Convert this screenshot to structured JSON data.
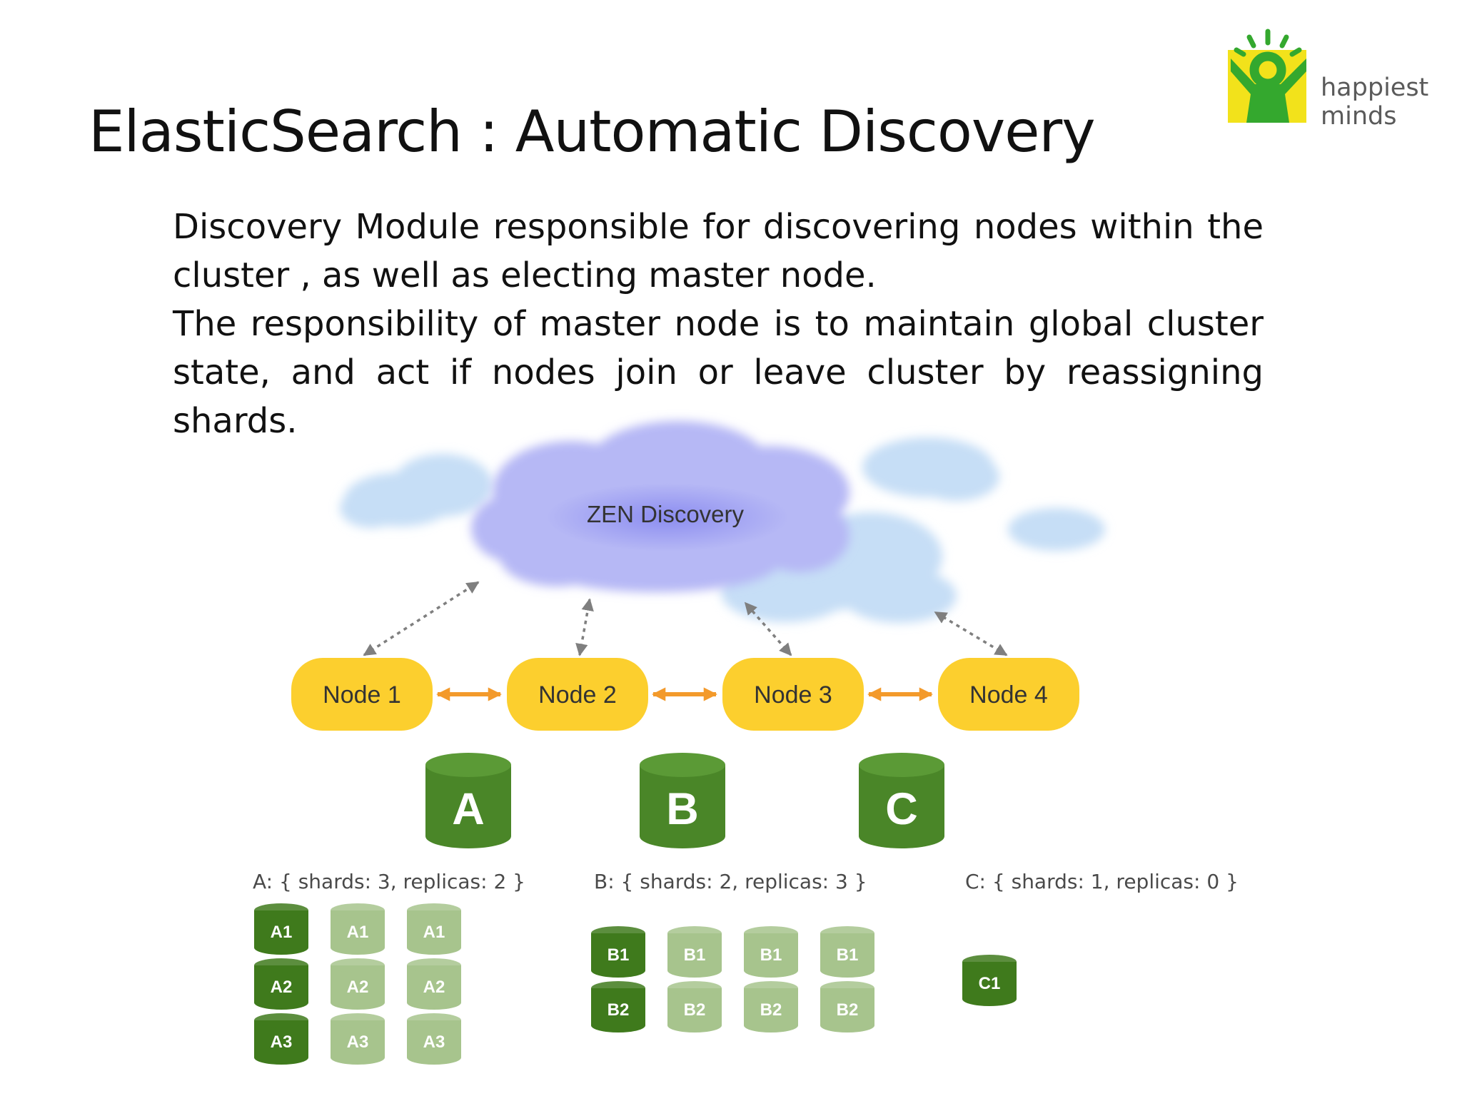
{
  "slide": {
    "title": "ElasticSearch : Automatic Discovery",
    "paragraphs": [
      "Discovery Module responsible for discovering nodes within the cluster , as well as electing master node.",
      "The responsibility of master node is to maintain global cluster state, and act if nodes join or leave cluster by reassigning shards."
    ]
  },
  "logo": {
    "line1": "happiest",
    "line2": "minds",
    "colors": {
      "yellow": "#f2e21b",
      "green": "#34a82e"
    }
  },
  "diagram": {
    "cloud_label": "ZEN Discovery",
    "nodes": [
      "Node 1",
      "Node 2",
      "Node 3",
      "Node 4"
    ],
    "indices": [
      {
        "name": "A",
        "config": "A: { shards: 3, replicas: 2 }",
        "shards": [
          {
            "primary": "A1",
            "replicas": [
              "A1",
              "A1"
            ]
          },
          {
            "primary": "A2",
            "replicas": [
              "A2",
              "A2"
            ]
          },
          {
            "primary": "A3",
            "replicas": [
              "A3",
              "A3"
            ]
          }
        ]
      },
      {
        "name": "B",
        "config": "B: { shards: 2, replicas: 3 }",
        "shards": [
          {
            "primary": "B1",
            "replicas": [
              "B1",
              "B1",
              "B1"
            ]
          },
          {
            "primary": "B2",
            "replicas": [
              "B2",
              "B2",
              "B2"
            ]
          }
        ]
      },
      {
        "name": "C",
        "config": "C: { shards: 1, replicas: 0 }",
        "shards": [
          {
            "primary": "C1",
            "replicas": []
          }
        ]
      }
    ],
    "colors": {
      "node_fill": "#fccf2e",
      "peer_arrow": "#f39a2b",
      "discovery_arrow": "#7f7f7f",
      "primary_shard": "#3f7a1c",
      "replica_shard": "#a7c48d",
      "index_cylinder": "#4a8628",
      "cloud_main": "#b6b8f5",
      "cloud_light": "#c6def6"
    }
  }
}
